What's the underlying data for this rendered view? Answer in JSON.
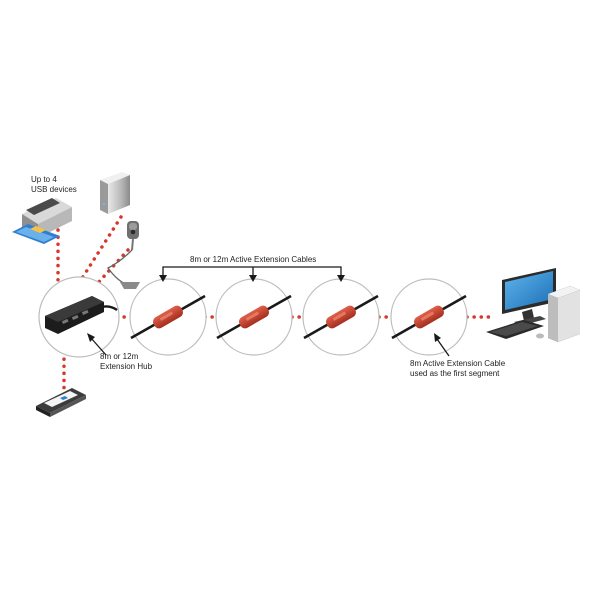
{
  "labels": {
    "usb_devices": "Up to 4\nUSB devices",
    "active_cables": "8m or 12m Active Extension Cables",
    "hub": "8m or 12m\nExtension Hub",
    "first_segment": "8m Active Extension Cable\nused as the first segment"
  },
  "colors": {
    "dots": "#d8382b",
    "circle": "#bdbdbd",
    "cable": "#1a1a1a",
    "booster": "#c8412f",
    "hub": "#1c1c1c",
    "monitor": "#2a8ad4"
  },
  "icons": [
    "printer-icon",
    "external-drive-icon",
    "webcam-icon",
    "scanner-icon",
    "usb-hub-icon",
    "booster-cable-icon",
    "desktop-computer-icon"
  ]
}
